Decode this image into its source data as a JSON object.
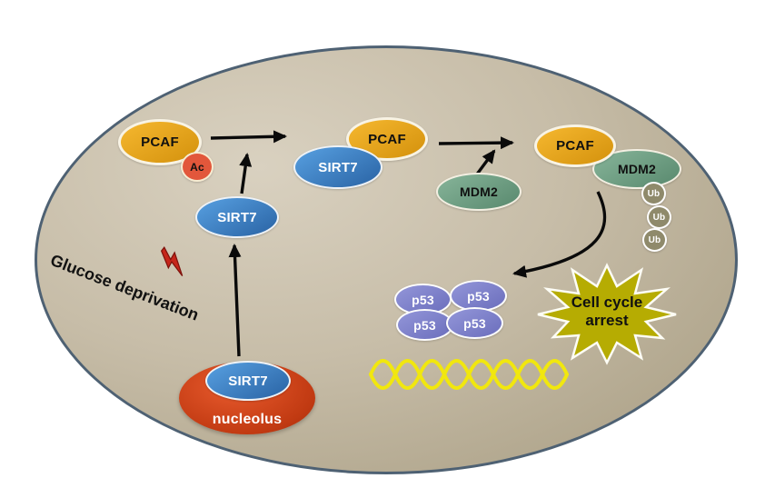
{
  "diagram": {
    "type": "cell-signaling-pathway",
    "labels": {
      "pcaf": "PCAF",
      "sirt7": "SIRT7",
      "mdm2": "MDM2",
      "ac": "Ac",
      "ub": "Ub",
      "p53": "p53",
      "nucleolus": "nucleolus",
      "glucose_deprivation": "Glucose deprivation",
      "cell_cycle_arrest_line1": "Cell cycle",
      "cell_cycle_arrest_line2": "arrest"
    },
    "colors": {
      "cell_fill": "#c7bda8",
      "cell_border": "#4e6173",
      "pcaf": "#e5a21d",
      "sirt7": "#3e7fc1",
      "mdm2": "#6ea184",
      "ac": "#e2573b",
      "ub": "#8f8a6b",
      "p53": "#8184cd",
      "nucleolus": "#cf4318",
      "starburst": "#b6ac02",
      "dna": "#f1e70e",
      "lightning": "#c6261b",
      "arrows": "#0a0a0a"
    }
  }
}
